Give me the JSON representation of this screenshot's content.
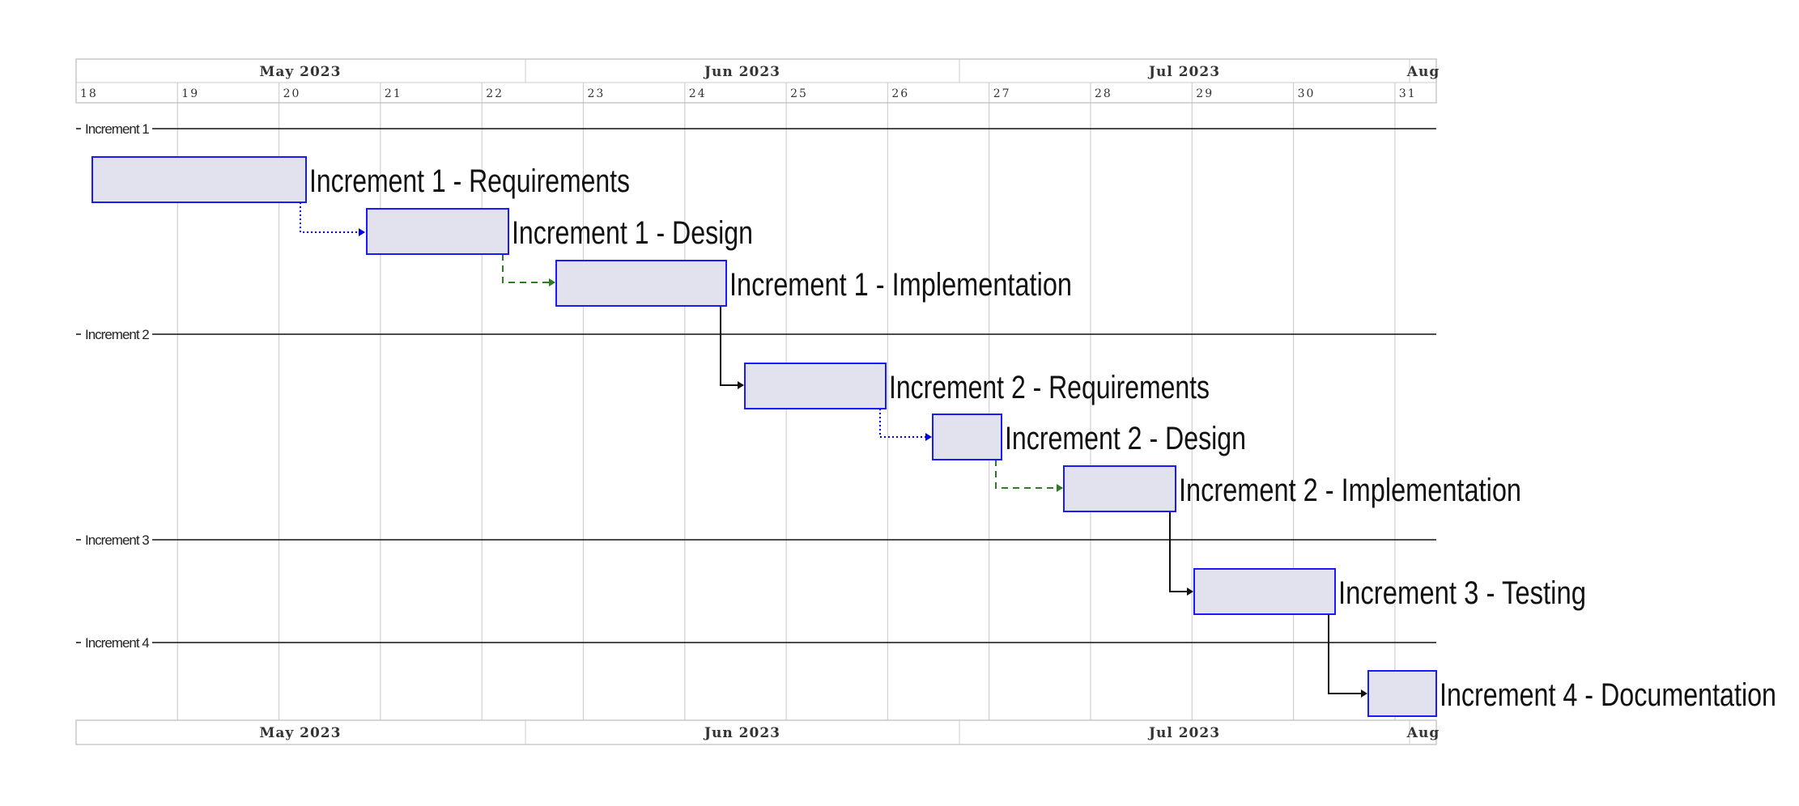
{
  "timeline": {
    "months": [
      "May 2023",
      "Jun 2023",
      "Jul 2023",
      "Aug"
    ],
    "weeks": [
      "18",
      "19",
      "20",
      "21",
      "22",
      "23",
      "24",
      "25",
      "26",
      "27",
      "28",
      "29",
      "30",
      "31"
    ]
  },
  "sections": [
    "Increment 1",
    "Increment 2",
    "Increment 3",
    "Increment 4"
  ],
  "tasks": [
    {
      "label": "Increment 1 - Requirements",
      "section": "Increment 1"
    },
    {
      "label": "Increment 1 - Design",
      "section": "Increment 1"
    },
    {
      "label": "Increment 1 - Implementation",
      "section": "Increment 1"
    },
    {
      "label": "Increment 2 - Requirements",
      "section": "Increment 2"
    },
    {
      "label": "Increment 2 - Design",
      "section": "Increment 2"
    },
    {
      "label": "Increment 2 - Implementation",
      "section": "Increment 2"
    },
    {
      "label": "Increment 3 - Testing",
      "section": "Increment 3"
    },
    {
      "label": "Increment 4 - Documentation",
      "section": "Increment 4"
    }
  ],
  "dependencies": [
    {
      "from": "Increment 1 - Requirements",
      "to": "Increment 1 - Design",
      "style": "dotted",
      "color": "#0000ee"
    },
    {
      "from": "Increment 1 - Design",
      "to": "Increment 1 - Implementation",
      "style": "dashed",
      "color": "#2e7d22"
    },
    {
      "from": "Increment 1 - Implementation",
      "to": "Increment 2 - Requirements",
      "style": "solid",
      "color": "#111111"
    },
    {
      "from": "Increment 2 - Requirements",
      "to": "Increment 2 - Design",
      "style": "dotted",
      "color": "#0000ee"
    },
    {
      "from": "Increment 2 - Design",
      "to": "Increment 2 - Implementation",
      "style": "dashed",
      "color": "#2e7d22"
    },
    {
      "from": "Increment 2 - Implementation",
      "to": "Increment 3 - Testing",
      "style": "solid",
      "color": "#111111"
    },
    {
      "from": "Increment 3 - Testing",
      "to": "Increment 4 - Documentation",
      "style": "solid",
      "color": "#111111"
    }
  ],
  "colors": {
    "bar_fill": "#e2e2ee",
    "bar_stroke": "#1a1aff",
    "grid": "#d0d0d0",
    "header_border": "#bbbbbb"
  }
}
